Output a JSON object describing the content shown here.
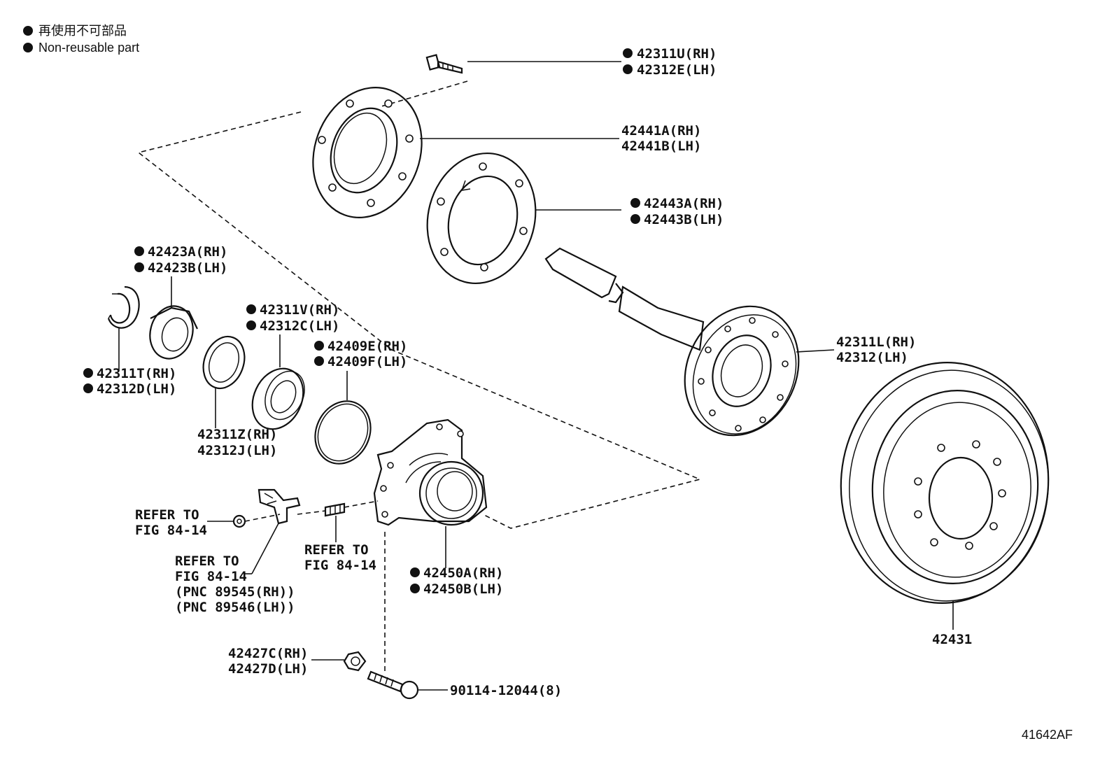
{
  "legend": {
    "line1": "再使用不可部品",
    "line2": "Non-reusable part"
  },
  "figure_code": "41642AF",
  "labels": {
    "p42311U": "42311U(RH)",
    "p42312E": "42312E(LH)",
    "p42441A": "42441A(RH)",
    "p42441B": "42441B(LH)",
    "p42443A": "42443A(RH)",
    "p42443B": "42443B(LH)",
    "p42423A": "42423A(RH)",
    "p42423B": "42423B(LH)",
    "p42311V": "42311V(RH)",
    "p42312C": "42312C(LH)",
    "p42409E": "42409E(RH)",
    "p42409F": "42409F(LH)",
    "p42311L": "42311L(RH)",
    "p42312": "42312(LH)",
    "p42311T": "42311T(RH)",
    "p42312D": "42312D(LH)",
    "p42311Z": "42311Z(RH)",
    "p42312J": "42312J(LH)",
    "refer1a": "REFER TO",
    "refer1b": "FIG 84-14",
    "refer2a": "REFER TO",
    "refer2b": "FIG 84-14",
    "pnc1": "(PNC 89545(RH))",
    "pnc2": "(PNC 89546(LH))",
    "refer3a": "REFER TO",
    "refer3b": "FIG 84-14",
    "p42450A": "42450A(RH)",
    "p42450B": "42450B(LH)",
    "p42431": "42431",
    "p42427C": "42427C(RH)",
    "p42427D": "42427D(LH)",
    "p90114": "90114-12044(8)"
  }
}
